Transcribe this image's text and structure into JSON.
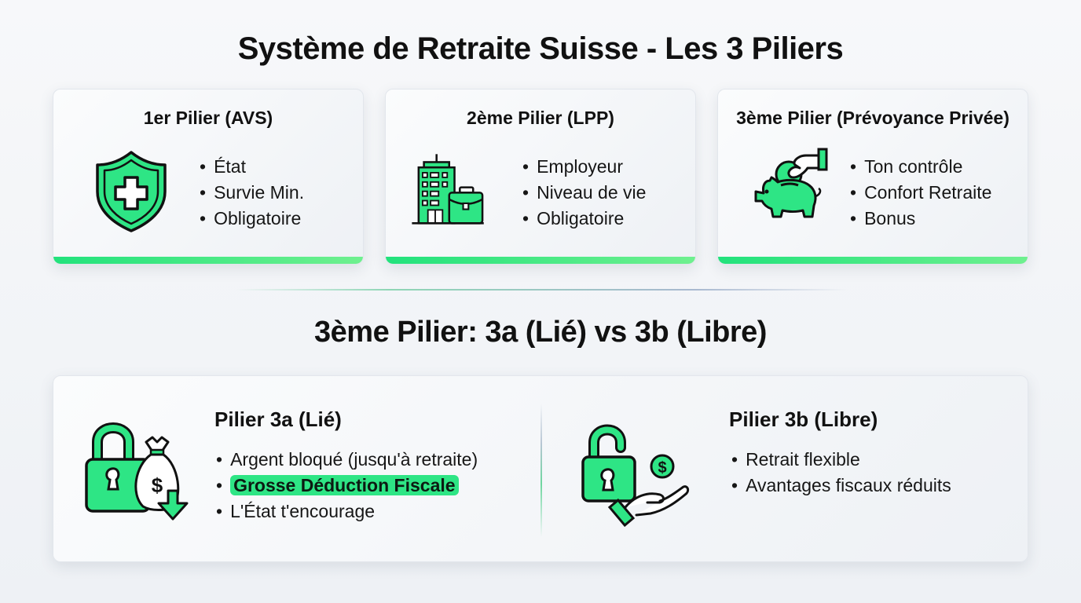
{
  "title": "Système de Retraite Suisse - Les 3 Piliers",
  "accent_color": "#2ee585",
  "pillars": [
    {
      "title": "1er Pilier (AVS)",
      "icon": "shield-cross-icon",
      "items": [
        "État",
        "Survie Min.",
        "Obligatoire"
      ]
    },
    {
      "title": "2ème Pilier (LPP)",
      "icon": "building-briefcase-icon",
      "items": [
        "Employeur",
        "Niveau de vie",
        "Obligatoire"
      ]
    },
    {
      "title": "3ème Pilier (Prévoyance Privée)",
      "icon": "piggy-bank-icon",
      "items": [
        "Ton contrôle",
        "Confort Retraite",
        "Bonus"
      ]
    }
  ],
  "comparison": {
    "title": "3ème Pilier: 3a (Lié) vs 3b (Libre)",
    "left": {
      "title": "Pilier 3a (Lié)",
      "icon": "locked-padlock-money-bag-icon",
      "items": [
        "Argent bloqué (jusqu'à retraite)",
        "Grosse Déduction Fiscale",
        "L'État t'encourage"
      ],
      "highlighted_item": "Grosse Déduction Fiscale"
    },
    "right": {
      "title": "Pilier 3b (Libre)",
      "icon": "unlocked-padlock-hand-coin-icon",
      "items": [
        "Retrait flexible",
        "Avantages fiscaux réduits"
      ]
    }
  }
}
